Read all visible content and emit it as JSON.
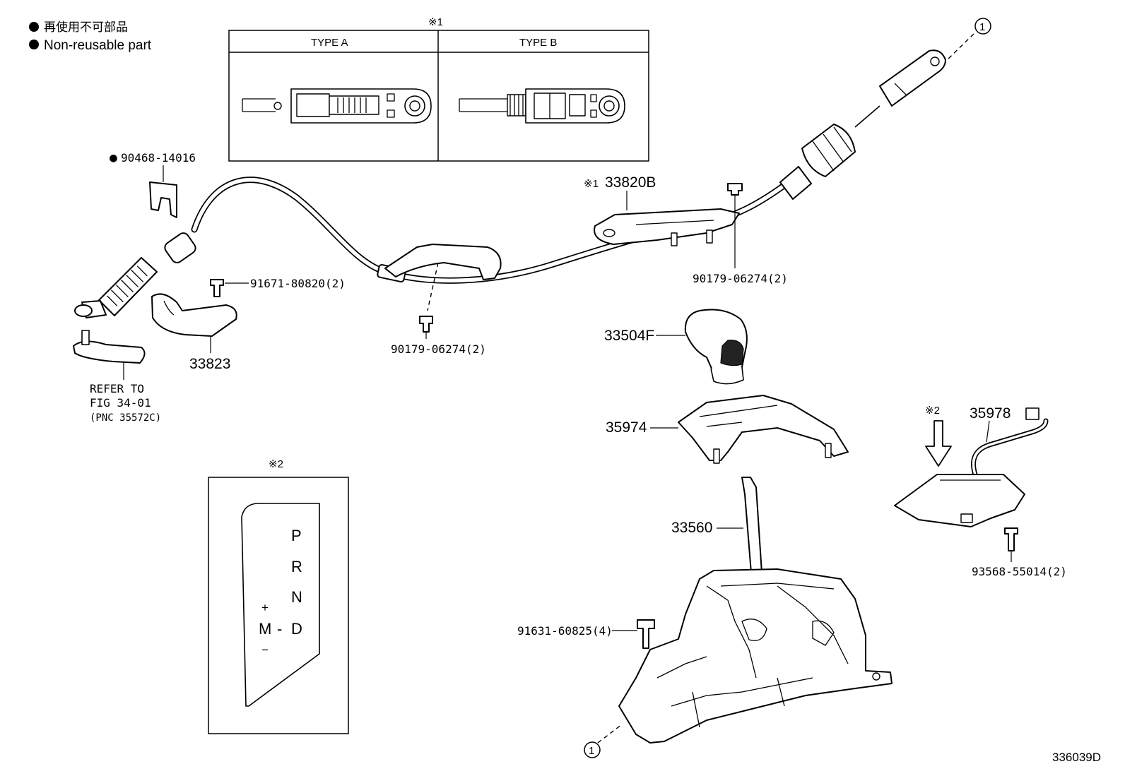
{
  "legend": {
    "line1": "再使用不可部品",
    "line2": "Non-reusable part"
  },
  "inset_type": {
    "marker": "※1",
    "type_a": "TYPE A",
    "type_b": "TYPE B"
  },
  "inset_gate": {
    "marker": "※2",
    "letters": [
      "P",
      "R",
      "N",
      "D",
      "M"
    ],
    "plus": "+",
    "minus_mid": "-",
    "minus_low": "−"
  },
  "circle_ref": "1",
  "parts": {
    "p90468": "90468-14016",
    "p91671": "91671-80820(2)",
    "p33823": "33823",
    "refer": [
      "REFER TO",
      "FIG 34-01",
      "(PNC 35572C)"
    ],
    "p90179a": "90179-06274(2)",
    "p33820_marker": "※1",
    "p33820": "33820B",
    "p90179b": "90179-06274(2)",
    "p33504": "33504F",
    "p35974": "35974",
    "p33560": "33560",
    "p91631": "91631-60825(4)",
    "p35978_marker": "※2",
    "p35978": "35978",
    "p93568": "93568-55014(2)"
  },
  "figure_id": "336039D"
}
